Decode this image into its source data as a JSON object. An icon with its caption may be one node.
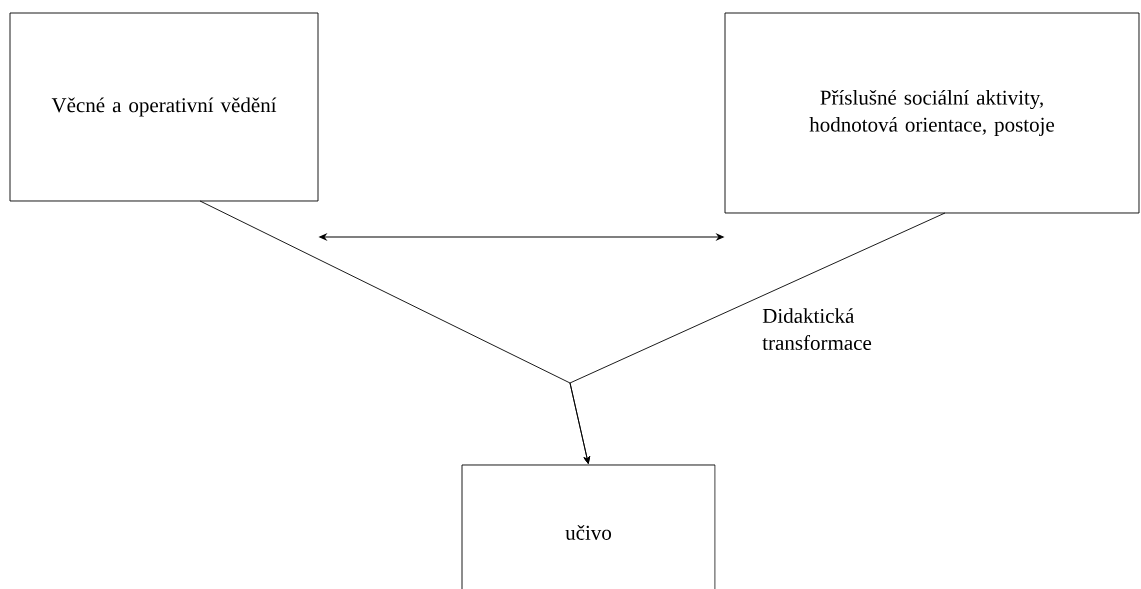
{
  "diagram": {
    "nodes": [
      {
        "text": [
          "Věcné a operativní vědění"
        ]
      },
      {
        "text": [
          "Příslušné sociální aktivity, hodnotová orientace, postoje"
        ]
      },
      {
        "text": [
          "učivo"
        ]
      }
    ],
    "edges": [
      {
        "from": 0,
        "to": 1,
        "arrow": "both"
      },
      {
        "from": 0,
        "to": 2,
        "arrow": "to"
      },
      {
        "from": 1,
        "to": 2,
        "arrow": "to"
      }
    ],
    "labels": [
      "Didaktická transformace"
    ]
  }
}
